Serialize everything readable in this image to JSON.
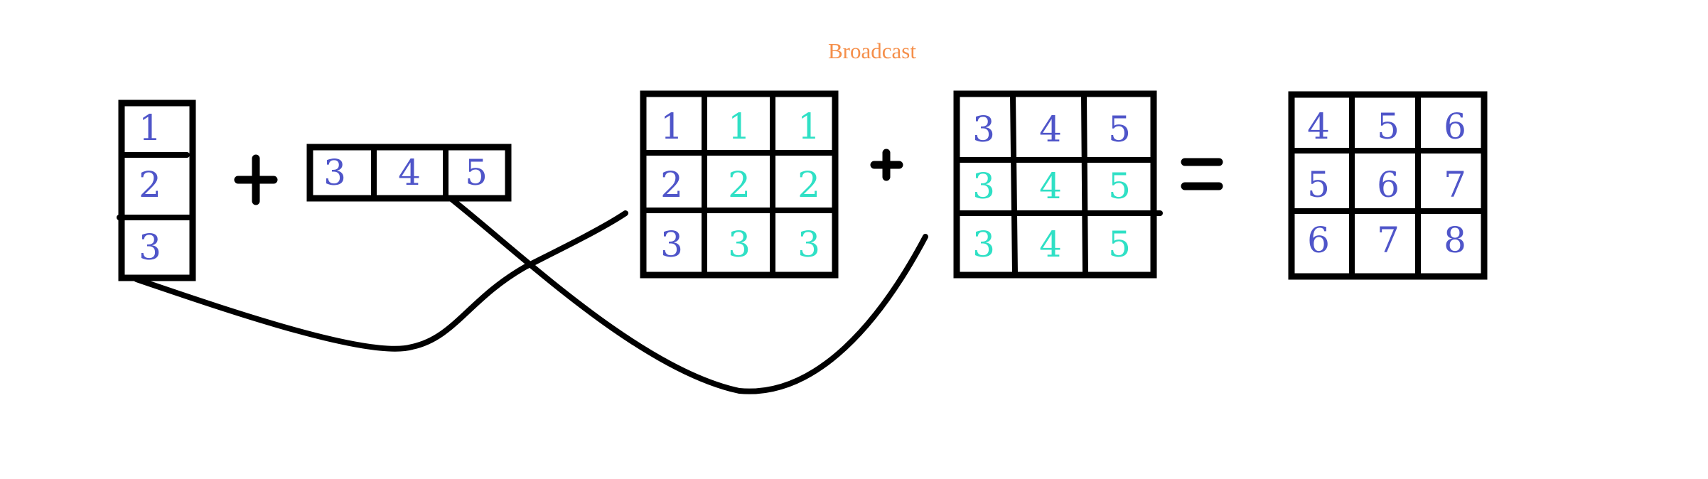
{
  "title": "Broadcast",
  "colors": {
    "title": "#f58f4a",
    "original": "#4f55c9",
    "broadcast": "#2fe0c5",
    "stroke": "#000000"
  },
  "column_vector": {
    "values": [
      "1",
      "2",
      "3"
    ]
  },
  "row_vector": {
    "values": [
      "3",
      "4",
      "5"
    ]
  },
  "expanded_column": {
    "rows": [
      [
        {
          "v": "1",
          "c": "original"
        },
        {
          "v": "1",
          "c": "broadcast"
        },
        {
          "v": "1",
          "c": "broadcast"
        }
      ],
      [
        {
          "v": "2",
          "c": "original"
        },
        {
          "v": "2",
          "c": "broadcast"
        },
        {
          "v": "2",
          "c": "broadcast"
        }
      ],
      [
        {
          "v": "3",
          "c": "original"
        },
        {
          "v": "3",
          "c": "broadcast"
        },
        {
          "v": "3",
          "c": "broadcast"
        }
      ]
    ]
  },
  "expanded_row": {
    "rows": [
      [
        {
          "v": "3",
          "c": "original"
        },
        {
          "v": "4",
          "c": "original"
        },
        {
          "v": "5",
          "c": "original"
        }
      ],
      [
        {
          "v": "3",
          "c": "broadcast"
        },
        {
          "v": "4",
          "c": "broadcast"
        },
        {
          "v": "5",
          "c": "broadcast"
        }
      ],
      [
        {
          "v": "3",
          "c": "broadcast"
        },
        {
          "v": "4",
          "c": "broadcast"
        },
        {
          "v": "5",
          "c": "broadcast"
        }
      ]
    ]
  },
  "result": {
    "rows": [
      [
        "4",
        "5",
        "6"
      ],
      [
        "5",
        "6",
        "7"
      ],
      [
        "6",
        "7",
        "8"
      ]
    ]
  }
}
